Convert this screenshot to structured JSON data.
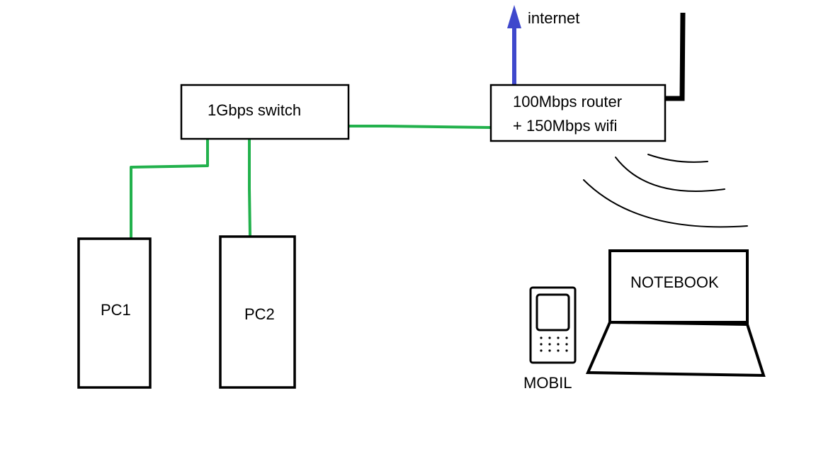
{
  "colors": {
    "link": "#22b14c",
    "uplink": "#3f48cc",
    "outline": "#000000",
    "background": "#ffffff"
  },
  "labels": {
    "internet": "internet",
    "switch": "1Gbps switch",
    "router_line1": "100Mbps router",
    "router_line2": "+ 150Mbps wifi",
    "pc1": "PC1",
    "pc2": "PC2",
    "notebook": "NOTEBOOK",
    "mobil": "MOBIL"
  },
  "icons": {
    "uplink": "arrow-up-icon",
    "antenna": "antenna-icon",
    "wifi": "wifi-signal-icon",
    "phone": "mobile-phone-icon",
    "laptop": "laptop-icon"
  }
}
